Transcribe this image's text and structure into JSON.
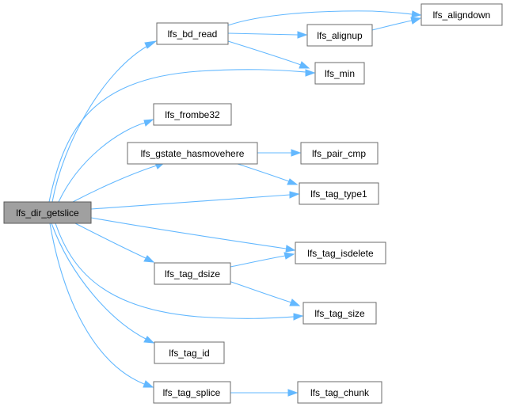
{
  "graph": {
    "edge_color": "#63b8ff",
    "root_fill": "#a0a0a0",
    "nodes": {
      "lfs_dir_getslice": "lfs_dir_getslice",
      "lfs_bd_read": "lfs_bd_read",
      "lfs_aligndown": "lfs_aligndown",
      "lfs_alignup": "lfs_alignup",
      "lfs_min": "lfs_min",
      "lfs_frombe32": "lfs_frombe32",
      "lfs_gstate_hasmovehere": "lfs_gstate_hasmovehere",
      "lfs_pair_cmp": "lfs_pair_cmp",
      "lfs_tag_type1": "lfs_tag_type1",
      "lfs_tag_isdelete": "lfs_tag_isdelete",
      "lfs_tag_dsize": "lfs_tag_dsize",
      "lfs_tag_size": "lfs_tag_size",
      "lfs_tag_id": "lfs_tag_id",
      "lfs_tag_splice": "lfs_tag_splice",
      "lfs_tag_chunk": "lfs_tag_chunk"
    },
    "edges": [
      [
        "lfs_dir_getslice",
        "lfs_bd_read"
      ],
      [
        "lfs_dir_getslice",
        "lfs_min"
      ],
      [
        "lfs_dir_getslice",
        "lfs_frombe32"
      ],
      [
        "lfs_dir_getslice",
        "lfs_gstate_hasmovehere"
      ],
      [
        "lfs_dir_getslice",
        "lfs_tag_type1"
      ],
      [
        "lfs_dir_getslice",
        "lfs_tag_isdelete"
      ],
      [
        "lfs_dir_getslice",
        "lfs_tag_dsize"
      ],
      [
        "lfs_dir_getslice",
        "lfs_tag_size"
      ],
      [
        "lfs_dir_getslice",
        "lfs_tag_id"
      ],
      [
        "lfs_dir_getslice",
        "lfs_tag_splice"
      ],
      [
        "lfs_bd_read",
        "lfs_aligndown"
      ],
      [
        "lfs_bd_read",
        "lfs_alignup"
      ],
      [
        "lfs_bd_read",
        "lfs_min"
      ],
      [
        "lfs_alignup",
        "lfs_aligndown"
      ],
      [
        "lfs_gstate_hasmovehere",
        "lfs_pair_cmp"
      ],
      [
        "lfs_gstate_hasmovehere",
        "lfs_tag_type1"
      ],
      [
        "lfs_tag_dsize",
        "lfs_tag_isdelete"
      ],
      [
        "lfs_tag_dsize",
        "lfs_tag_size"
      ],
      [
        "lfs_tag_splice",
        "lfs_tag_chunk"
      ]
    ]
  }
}
